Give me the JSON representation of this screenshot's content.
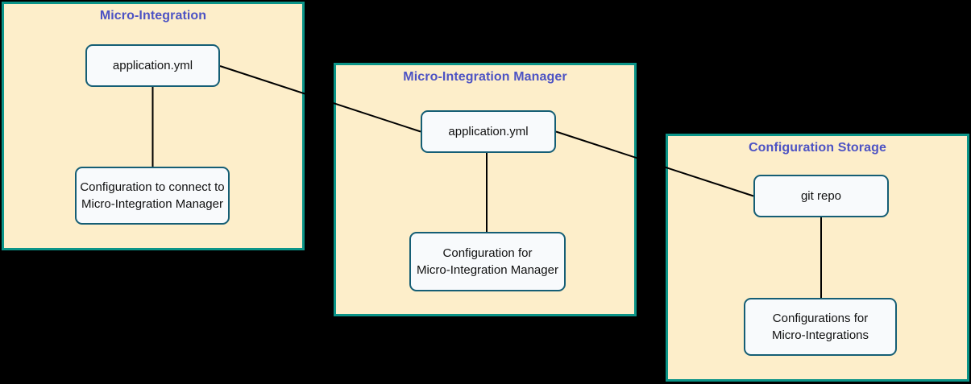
{
  "diagram": {
    "type": "grouped-node-diagram",
    "groups": [
      {
        "title": "Micro-Integration",
        "file_node": "application.yml",
        "config_node_line1": "Configuration to connect to",
        "config_node_line2": "Micro-Integration Manager"
      },
      {
        "title": "Micro-Integration Manager",
        "file_node": "application.yml",
        "config_node_line1": "Configuration for",
        "config_node_line2": "Micro-Integration Manager"
      },
      {
        "title": "Configuration Storage",
        "file_node": "git repo",
        "config_node_line1": "Configurations for",
        "config_node_line2": "Micro-Integrations"
      }
    ],
    "edges": [
      "Micro-Integration application.yml — Micro-Integration Manager application.yml",
      "Micro-Integration Manager application.yml — Configuration Storage git repo",
      "Micro-Integration application.yml — Configuration to connect to Micro-Integration Manager",
      "Micro-Integration Manager application.yml — Configuration for Micro-Integration Manager",
      "Configuration Storage git repo — Configurations for Micro-Integrations"
    ],
    "colors": {
      "page_background": "#000000",
      "group_fill": "#fdeeca",
      "group_border": "#0b9488",
      "group_title": "#4d53c4",
      "node_fill": "#f8fafc",
      "node_border": "#155e75",
      "node_text": "#111111",
      "edge_line": "#000000"
    }
  }
}
